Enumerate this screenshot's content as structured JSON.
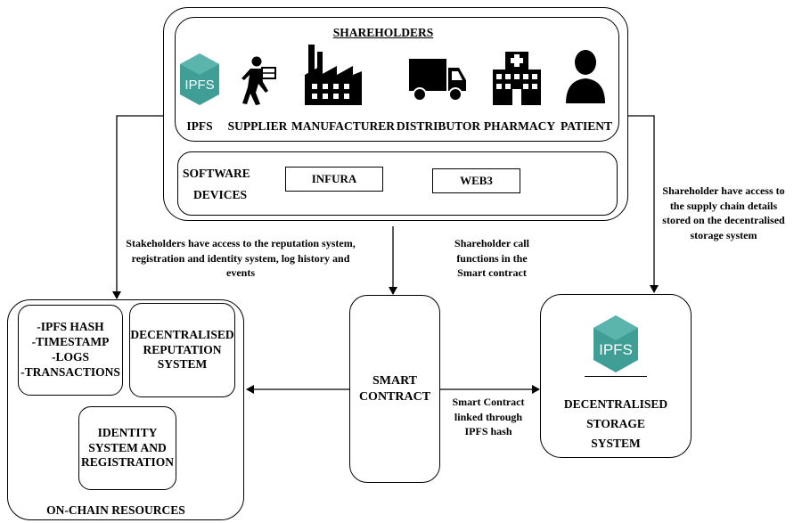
{
  "stakeholders": {
    "title": "SHAREHOLDERS",
    "items": [
      {
        "label": "IPFS",
        "icon": "ipfs-logo"
      },
      {
        "label": "SUPPLIER",
        "icon": "supplier-icon"
      },
      {
        "label": "MANUFACTURER",
        "icon": "factory-icon"
      },
      {
        "label": "DISTRIBUTOR",
        "icon": "truck-icon"
      },
      {
        "label": "PHARMACY",
        "icon": "hospital-icon"
      },
      {
        "label": "PATIENT",
        "icon": "person-icon"
      }
    ]
  },
  "software": {
    "label_line1": "SOFTWARE",
    "label_line2": "DEVICES",
    "items": [
      "INFURA",
      "WEB3"
    ]
  },
  "notes": {
    "left": "Stakeholders have access to the reputation system, registration and identity system, log history and events",
    "middle": "Shareholder call functions in the Smart contract",
    "right": "Shareholder have access to the supply chain details stored on the decentralised storage system",
    "link": "Smart Contract linked through IPFS hash"
  },
  "onchain": {
    "title": "ON-CHAIN RESOURCES",
    "hash_box": [
      "-IPFS HASH",
      "-TIMESTAMP",
      "-LOGS",
      "-TRANSACTIONS"
    ],
    "reputation": [
      "DECENTRALISED",
      "REPUTATION",
      "SYSTEM"
    ],
    "identity": [
      "IDENTITY",
      "SYSTEM AND",
      "REGISTRATION"
    ]
  },
  "smart_contract": [
    "SMART",
    "CONTRACT"
  ],
  "storage": {
    "logo_text": "IPFS",
    "label": [
      "DECENTRALISED",
      "STORAGE",
      "SYSTEM"
    ]
  },
  "colors": {
    "ipfs_teal": "#3f9e95",
    "ipfs_dark": "#2d7a73",
    "line": "#000000"
  }
}
